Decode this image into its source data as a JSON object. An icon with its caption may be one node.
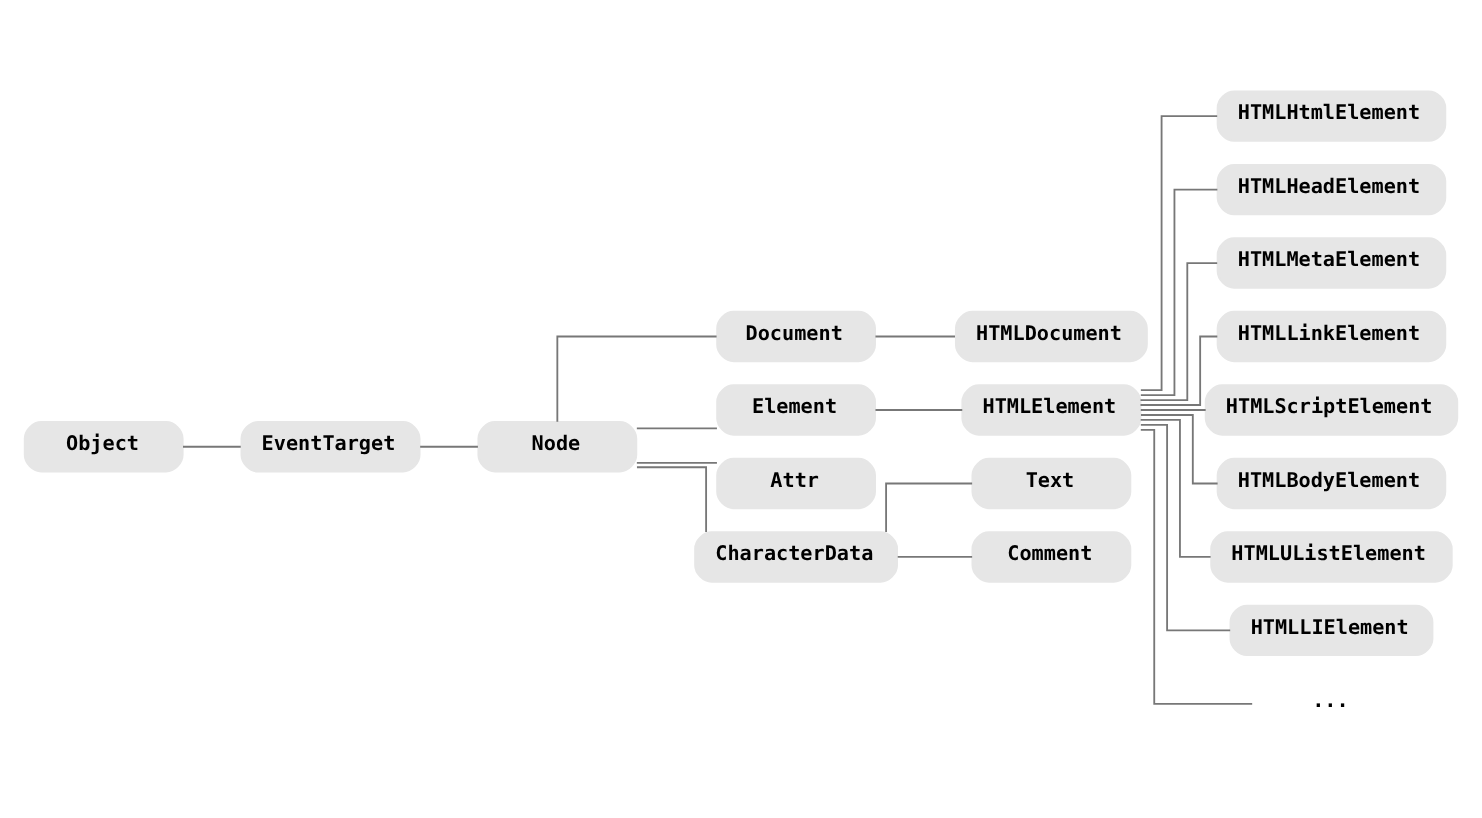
{
  "diagram": {
    "nodes": [
      {
        "text": [
          "Object"
        ]
      },
      {
        "text": [
          "EventTarget"
        ]
      },
      {
        "text": [
          "Node"
        ]
      },
      {
        "text": [
          "Document"
        ]
      },
      {
        "text": [
          "HTMLDocument"
        ]
      },
      {
        "text": [
          "Element"
        ]
      },
      {
        "text": [
          "HTMLElement"
        ]
      },
      {
        "text": [
          "Attr"
        ]
      },
      {
        "text": [
          "CharacterData"
        ]
      },
      {
        "text": [
          "Text"
        ]
      },
      {
        "text": [
          "Comment"
        ]
      },
      {
        "text": [
          "HTMLHtmlElement"
        ]
      },
      {
        "text": [
          "HTMLHeadElement"
        ]
      },
      {
        "text": [
          "HTMLMetaElement"
        ]
      },
      {
        "text": [
          "HTMLLinkElement"
        ]
      },
      {
        "text": [
          "HTMLScriptElement"
        ]
      },
      {
        "text": [
          "HTMLBodyElement"
        ]
      },
      {
        "text": [
          "HTMLUListElement"
        ]
      },
      {
        "text": [
          "HTMLLIElement"
        ]
      },
      {
        "text": [
          "..."
        ]
      }
    ],
    "edges": [
      {
        "from": 0,
        "to": 1,
        "arrow": "none"
      },
      {
        "from": 1,
        "to": 2,
        "arrow": "none"
      },
      {
        "from": 2,
        "to": 3,
        "arrow": "none"
      },
      {
        "from": 2,
        "to": 5,
        "arrow": "none"
      },
      {
        "from": 2,
        "to": 7,
        "arrow": "none"
      },
      {
        "from": 2,
        "to": 8,
        "arrow": "none"
      },
      {
        "from": 3,
        "to": 4,
        "arrow": "none"
      },
      {
        "from": 5,
        "to": 6,
        "arrow": "none"
      },
      {
        "from": 8,
        "to": 9,
        "arrow": "none"
      },
      {
        "from": 8,
        "to": 10,
        "arrow": "none"
      },
      {
        "from": 6,
        "to": 11,
        "arrow": "none"
      },
      {
        "from": 6,
        "to": 12,
        "arrow": "none"
      },
      {
        "from": 6,
        "to": 13,
        "arrow": "none"
      },
      {
        "from": 6,
        "to": 14,
        "arrow": "none"
      },
      {
        "from": 6,
        "to": 15,
        "arrow": "none"
      },
      {
        "from": 6,
        "to": 16,
        "arrow": "none"
      },
      {
        "from": 6,
        "to": 17,
        "arrow": "none"
      },
      {
        "from": 6,
        "to": 18,
        "arrow": "none"
      },
      {
        "from": 6,
        "to": 19,
        "arrow": "none"
      }
    ]
  }
}
